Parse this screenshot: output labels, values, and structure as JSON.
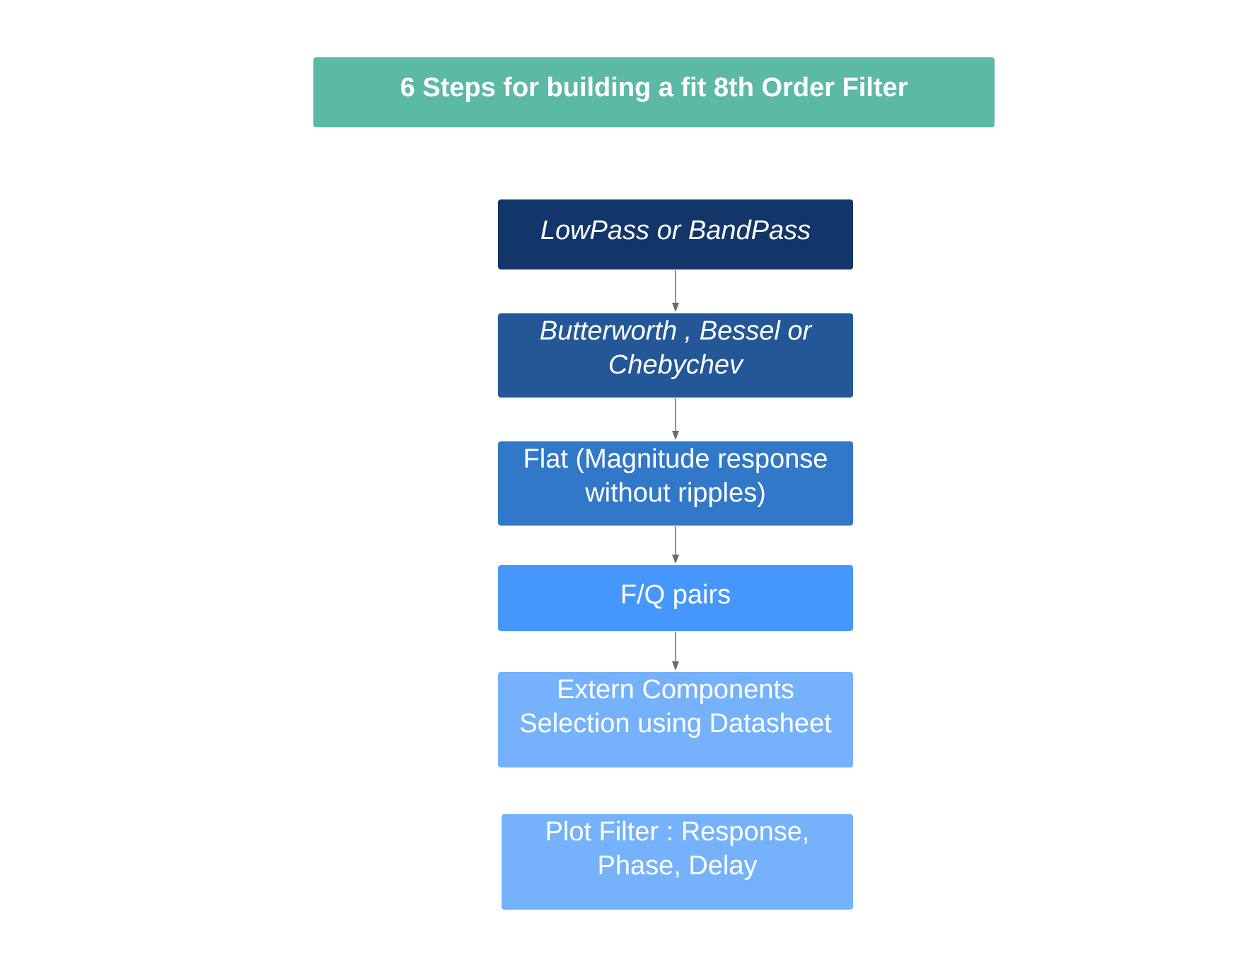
{
  "title": "6 Steps for building a fit 8th Order Filter",
  "steps": [
    {
      "label": "LowPass or BandPass",
      "color": "#13366a"
    },
    {
      "label": "Butterworth , Bessel or\nChebychev",
      "color": "#245797"
    },
    {
      "label": "Flat (Magnitude response\nwithout ripples)",
      "color": "#3178c8"
    },
    {
      "label": "F/Q pairs",
      "color": "#4597fc"
    },
    {
      "label": "Extern Components\nSelection using Datasheet",
      "color": "#76b2fc"
    },
    {
      "label": "Plot Filter : Response,\nPhase, Delay",
      "color": "#76b2fc"
    }
  ],
  "colors": {
    "title_bg": "#5cb9a6",
    "arrow": "#6b6b6b"
  }
}
